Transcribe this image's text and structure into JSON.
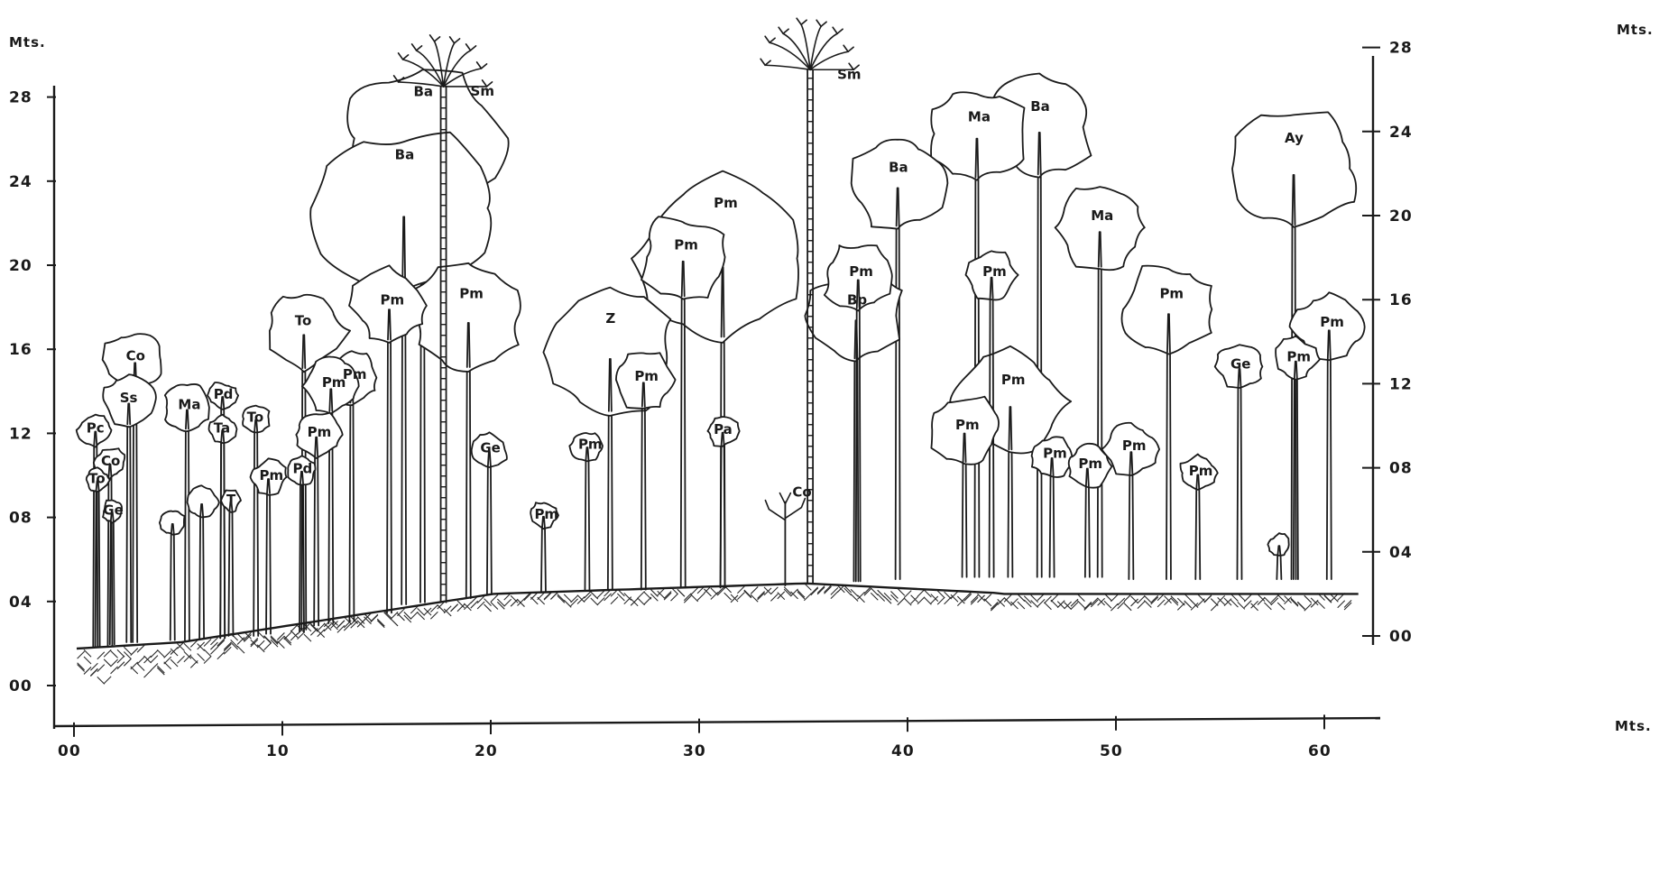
{
  "axes": {
    "left_unit": "Mts.",
    "right_unit": "Mts.",
    "bottom_unit": "Mts.",
    "left_ticks": [
      "00",
      "04",
      "08",
      "12",
      "16",
      "20",
      "24",
      "28"
    ],
    "right_ticks": [
      "00",
      "04",
      "08",
      "12",
      "16",
      "20",
      "24",
      "28"
    ],
    "bottom_ticks": [
      "00",
      "10",
      "20",
      "30",
      "40",
      "50",
      "60"
    ]
  },
  "trees": [
    {
      "label": "Pc",
      "x": 0.9,
      "base": -0.5,
      "top": 10.6,
      "w": 1.7,
      "type": "crown"
    },
    {
      "label": "Co",
      "x": 1.6,
      "base": -0.5,
      "top": 9.0,
      "w": 1.6,
      "type": "crown"
    },
    {
      "label": "To",
      "x": 1.0,
      "base": -0.5,
      "top": 8.0,
      "w": 1.2,
      "type": "crown"
    },
    {
      "label": "Ge",
      "x": 1.7,
      "base": -0.4,
      "top": 6.5,
      "w": 1.0,
      "type": "crown"
    },
    {
      "label": "Co",
      "x": 2.8,
      "base": -0.3,
      "top": 14.6,
      "w": 3.1,
      "type": "crown"
    },
    {
      "label": "Ss",
      "x": 2.5,
      "base": -0.3,
      "top": 12.4,
      "w": 2.6,
      "type": "crown"
    },
    {
      "label": "Ma",
      "x": 5.3,
      "base": -0.2,
      "top": 12.0,
      "w": 2.4,
      "type": "crown"
    },
    {
      "label": "Pd",
      "x": 7.0,
      "base": -0.1,
      "top": 12.1,
      "w": 1.4,
      "type": "crown"
    },
    {
      "label": "Ta",
      "x": 7.0,
      "base": -0.1,
      "top": 10.5,
      "w": 1.4,
      "type": "crown"
    },
    {
      "label": "To",
      "x": 8.6,
      "base": 0.0,
      "top": 11.0,
      "w": 1.4,
      "type": "crown"
    },
    {
      "label": "T",
      "x": 7.4,
      "base": 0.0,
      "top": 7.0,
      "w": 0.9,
      "type": "crown"
    },
    {
      "label": "Pm",
      "x": 9.2,
      "base": 0.1,
      "top": 8.4,
      "w": 1.8,
      "type": "crown"
    },
    {
      "label": "Pd",
      "x": 10.8,
      "base": 0.2,
      "top": 8.6,
      "w": 1.5,
      "type": "crown"
    },
    {
      "label": "To",
      "x": 10.9,
      "base": 0.3,
      "top": 16.5,
      "w": 4.2,
      "type": "crown"
    },
    {
      "label": "Pm",
      "x": 12.2,
      "base": 0.6,
      "top": 13.2,
      "w": 2.8,
      "type": "crown"
    },
    {
      "label": "Pm",
      "x": 13.2,
      "base": 0.7,
      "top": 13.6,
      "w": 2.8,
      "type": "crown"
    },
    {
      "label": "Pm",
      "x": 11.5,
      "base": 0.5,
      "top": 10.7,
      "w": 2.4,
      "type": "crown"
    },
    {
      "label": "Pm",
      "x": 15.0,
      "base": 1.1,
      "top": 17.5,
      "w": 3.8,
      "type": "crown"
    },
    {
      "label": "Pm",
      "x": 18.8,
      "base": 1.8,
      "top": 17.8,
      "w": 5.6,
      "type": "crown"
    },
    {
      "label": "Ba",
      "x": 16.6,
      "base": 1.6,
      "top": 27.4,
      "w": 7.9,
      "type": "crown"
    },
    {
      "label": "Ba",
      "x": 15.7,
      "base": 1.5,
      "top": 24.4,
      "w": 8.6,
      "type": "crown"
    },
    {
      "label": "Ge",
      "x": 19.8,
      "base": 2.0,
      "top": 9.7,
      "w": 1.8,
      "type": "crown"
    },
    {
      "label": "Pm",
      "x": 22.4,
      "base": 2.1,
      "top": 6.4,
      "w": 1.4,
      "type": "crown"
    },
    {
      "label": "Pm",
      "x": 24.5,
      "base": 2.2,
      "top": 9.8,
      "w": 1.6,
      "type": "crown"
    },
    {
      "label": "Z",
      "x": 25.6,
      "base": 2.2,
      "top": 16.6,
      "w": 6.6,
      "type": "crown"
    },
    {
      "label": "Pm",
      "x": 27.2,
      "base": 2.2,
      "top": 13.6,
      "w": 3.0,
      "type": "crown"
    },
    {
      "label": "Pm",
      "x": 29.1,
      "base": 2.3,
      "top": 20.1,
      "w": 4.4,
      "type": "crown"
    },
    {
      "label": "Pm",
      "x": 31.0,
      "base": 2.3,
      "top": 22.1,
      "w": 8.8,
      "type": "crown"
    },
    {
      "label": "Pa",
      "x": 31.0,
      "base": 2.3,
      "top": 10.5,
      "w": 1.6,
      "type": "crown"
    },
    {
      "label": "Pm",
      "x": 37.5,
      "base": 2.6,
      "top": 18.8,
      "w": 3.6,
      "type": "crown"
    },
    {
      "label": "Bp",
      "x": 37.4,
      "base": 2.6,
      "top": 17.5,
      "w": 4.8,
      "type": "crown"
    },
    {
      "label": "Ba",
      "x": 39.4,
      "base": 2.7,
      "top": 23.8,
      "w": 4.8,
      "type": "crown"
    },
    {
      "label": "Ma",
      "x": 43.2,
      "base": 2.8,
      "top": 26.2,
      "w": 4.9,
      "type": "crown"
    },
    {
      "label": "Ba",
      "x": 46.2,
      "base": 2.8,
      "top": 26.7,
      "w": 5.3,
      "type": "crown"
    },
    {
      "label": "Pm",
      "x": 43.9,
      "base": 2.8,
      "top": 18.4,
      "w": 2.6,
      "type": "crown"
    },
    {
      "label": "Pm",
      "x": 42.6,
      "base": 2.8,
      "top": 11.5,
      "w": 3.6,
      "type": "crown"
    },
    {
      "label": "Pm",
      "x": 44.8,
      "base": 2.8,
      "top": 13.7,
      "w": 5.4,
      "type": "crown"
    },
    {
      "label": "Ma",
      "x": 49.1,
      "base": 2.8,
      "top": 21.5,
      "w": 4.4,
      "type": "crown"
    },
    {
      "label": "Pm",
      "x": 46.8,
      "base": 2.8,
      "top": 9.6,
      "w": 2.2,
      "type": "crown"
    },
    {
      "label": "Pm",
      "x": 48.5,
      "base": 2.8,
      "top": 9.1,
      "w": 2.2,
      "type": "crown"
    },
    {
      "label": "Pm",
      "x": 50.6,
      "base": 2.7,
      "top": 10.2,
      "w": 2.8,
      "type": "crown"
    },
    {
      "label": "Pm",
      "x": 52.4,
      "base": 2.7,
      "top": 17.8,
      "w": 4.8,
      "type": "crown"
    },
    {
      "label": "Pm",
      "x": 53.8,
      "base": 2.7,
      "top": 8.6,
      "w": 1.8,
      "type": "crown"
    },
    {
      "label": "Ge",
      "x": 55.8,
      "base": 2.7,
      "top": 13.9,
      "w": 2.3,
      "type": "crown"
    },
    {
      "label": "Ay",
      "x": 58.4,
      "base": 2.7,
      "top": 25.2,
      "w": 6.3,
      "type": "crown"
    },
    {
      "label": "Pm",
      "x": 58.5,
      "base": 2.7,
      "top": 14.2,
      "w": 2.2,
      "type": "crown"
    },
    {
      "label": "Pm",
      "x": 60.1,
      "base": 2.7,
      "top": 16.4,
      "w": 3.6,
      "type": "crown"
    },
    {
      "label": "",
      "x": 4.6,
      "base": -0.2,
      "top": 6.0,
      "w": 1.3,
      "type": "crown"
    },
    {
      "label": "",
      "x": 6.0,
      "base": -0.1,
      "top": 7.1,
      "w": 1.6,
      "type": "crown"
    },
    {
      "label": "",
      "x": 57.7,
      "base": 2.7,
      "top": 4.9,
      "w": 1.0,
      "type": "crown"
    },
    {
      "label": "Sm",
      "x": 17.6,
      "base": 1.6,
      "top": 27.0,
      "w": 0.5,
      "type": "palm"
    },
    {
      "label": "Sm",
      "x": 35.2,
      "base": 2.5,
      "top": 27.8,
      "w": 0.5,
      "type": "palm"
    },
    {
      "label": "Co",
      "x": 34.0,
      "base": 2.4,
      "top": 6.8,
      "w": 0.3,
      "type": "sapling"
    }
  ]
}
